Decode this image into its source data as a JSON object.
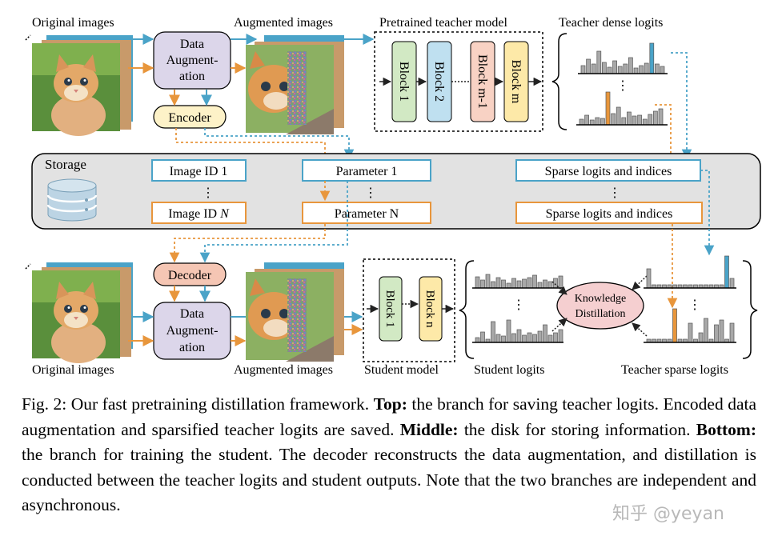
{
  "top": {
    "original_images": "Original images",
    "augmented_images": "Augmented images",
    "teacher_model": "Pretrained teacher model",
    "teacher_dense_logits": "Teacher dense logits",
    "data_aug_1": "Data",
    "data_aug_2": "Augment-",
    "data_aug_3": "ation",
    "encoder": "Encoder",
    "blocks": [
      "Block 1",
      "Block 2",
      "Block m-1",
      "Block m"
    ]
  },
  "storage": {
    "title": "Storage",
    "image_id_1": "Image ID 1",
    "image_id_n_prefix": "Image ID ",
    "image_id_n_var": "N",
    "parameter_1": "Parameter 1",
    "parameter_n": "Parameter N",
    "sparse_1": "Sparse logits and indices",
    "sparse_n": "Sparse logits and indices"
  },
  "bottom": {
    "original_images": "Original images",
    "augmented_images": "Augmented images",
    "student_model": "Student model",
    "student_logits": "Student logits",
    "teacher_sparse_logits": "Teacher sparse logits",
    "decoder": "Decoder",
    "data_aug_1": "Data",
    "data_aug_2": "Augment-",
    "data_aug_3": "ation",
    "blocks": [
      "Block 1",
      "Block n"
    ],
    "kd_1": "Knowledge",
    "kd_2": "Distillation"
  },
  "caption": {
    "fig": "Fig. 2: Our fast pretraining distillation framework.",
    "top_label": "Top:",
    "top_text": "the branch for saving teacher logits. Encoded data augmentation and sparsified teacher logits are saved.",
    "middle_label": "Middle:",
    "middle_text": "the disk for storing information.",
    "bottom_label": "Bottom:",
    "bottom_text": "the branch for training the student. The decoder reconstructs the data augmentation, and distillation is conducted between the teacher logits and student outputs. Note that the two branches are independent and asynchronous."
  },
  "watermark": "知乎 @yeyan",
  "colors": {
    "blue": "#4aa3c8",
    "orange": "#e8963c",
    "aug_fill": "#dcd6ea",
    "encoder_fill": "#fdf2c8",
    "decoder_fill": "#f5c6b4",
    "block_green": "#d2e9c4",
    "block_blue": "#bfe0f0",
    "block_pink": "#f8d2c4",
    "block_yellow": "#fde9a8",
    "storage_fill": "#e2e2e2",
    "kd_fill": "#f5cfd0"
  }
}
